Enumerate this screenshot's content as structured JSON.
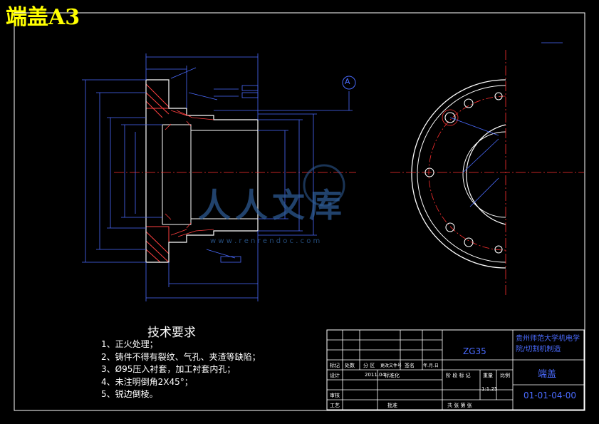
{
  "header": {
    "title": "端盖A3"
  },
  "requirements": {
    "title": "技术要求",
    "items": [
      "1、正火处理；",
      "2、铸件不得有裂纹、气孔、夹渣等缺陷；",
      "3、Ø95压入衬套，加工衬套内孔；",
      "4、未注明倒角2X45°；",
      "5、锐边倒棱。"
    ]
  },
  "title_block": {
    "material": "ZG35",
    "school": "贵州师范大学机电学院/切割机制造",
    "part_name": "端盖",
    "drawing_no": "01-01-04-00",
    "scale": "1:1.25",
    "row_labels": [
      "标记",
      "设计",
      "审核",
      "工艺"
    ],
    "col_labels": [
      "处数",
      "分 区",
      "更改文件号",
      "签名",
      "年.月.日"
    ],
    "stage_labels": [
      "阶 段 标 记",
      "重量",
      "比例"
    ],
    "sheets": "共 张 第 张",
    "approve": "批准",
    "standardize": "标准化",
    "date": "2011.04"
  },
  "section_marker": {
    "label": "A"
  },
  "watermark": {
    "text": "人人文库",
    "url": "w w w . r e n r e n d o c . c o m"
  },
  "colors": {
    "background": "#000000",
    "outline": "#ffffff",
    "dimension": "#4a6bff",
    "centerline": "#ff3030",
    "title": "#ffff00",
    "hatch": "#ff4040",
    "watermark": "#2f5f9a"
  }
}
